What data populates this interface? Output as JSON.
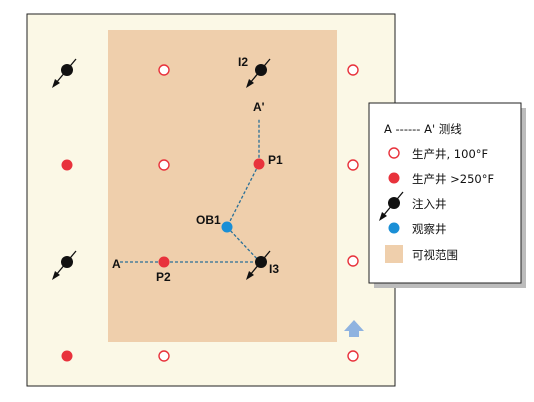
{
  "labels": {
    "i2": "I2",
    "a_prime": "A'",
    "p1": "P1",
    "ob1": "OB1",
    "a": "A",
    "p2": "P2",
    "i3": "I3"
  },
  "legend": {
    "section_line": "A ------ A' 测线",
    "producer_100": "生产井, 100°F",
    "producer_250": "生产井 >250°F",
    "injector": "注入井",
    "observation": "观察井",
    "visible_area": "可视范围"
  },
  "colors": {
    "outer_field": "#fbf8e6",
    "visible_area": "#efcfac",
    "producer_hot": "#e8323c",
    "producer_open": "#e8323c",
    "injector": "#111111",
    "observation": "#1a8fd6",
    "section_line": "#2a6f97",
    "arrow": "#8fb3e0"
  }
}
